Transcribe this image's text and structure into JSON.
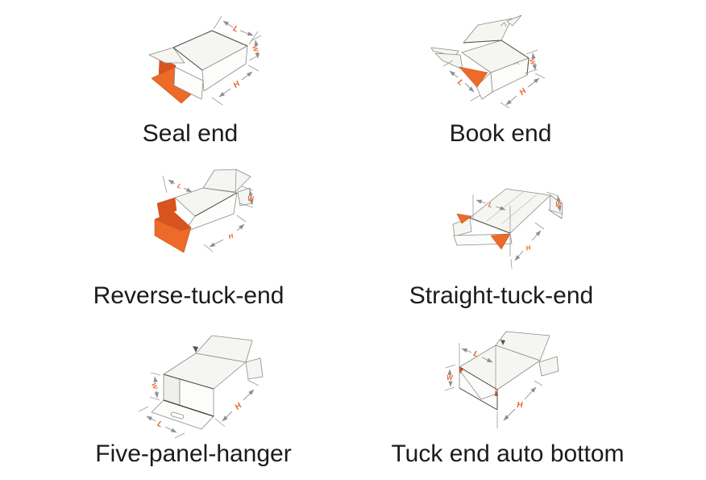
{
  "page": {
    "background": "#ffffff"
  },
  "colors": {
    "accent_orange": "#ED6A28",
    "accent_orange_dark": "#D8541E",
    "dimension_line_gray": "#8F8F8F",
    "panel_fill": "#F5F5F2",
    "caption_text": "#1B1B1B"
  },
  "figures": [
    {
      "id": "seal-end",
      "caption": "Seal end",
      "dims": {
        "l": "L",
        "w": "W",
        "h": "H"
      }
    },
    {
      "id": "book-end",
      "caption": "Book end",
      "dims": {
        "l": "L",
        "w": "W",
        "h": "H"
      }
    },
    {
      "id": "reverse-tuck-end",
      "caption": "Reverse-tuck-end",
      "dims": {
        "l": "L",
        "w": "W",
        "h": "H"
      }
    },
    {
      "id": "straight-tuck-end",
      "caption": "Straight-tuck-end",
      "dims": {
        "l": "L",
        "w": "W",
        "h": "H"
      }
    },
    {
      "id": "five-panel-hanger",
      "caption": "Five-panel-hanger",
      "dims": {
        "l": "L",
        "w": "W",
        "h": "H"
      }
    },
    {
      "id": "tuck-end-auto-bottom",
      "caption": "Tuck end auto bottom",
      "dims": {
        "l": "L",
        "w": "W",
        "h": "H"
      }
    }
  ]
}
